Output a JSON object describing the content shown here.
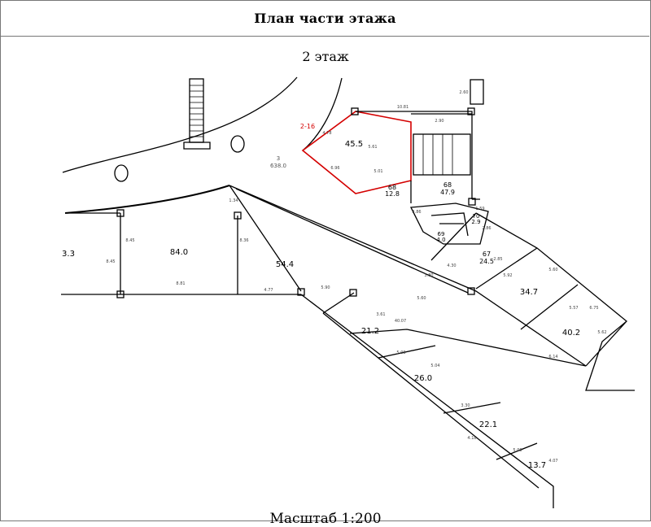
{
  "header": {
    "title": "План части этажа"
  },
  "floor": {
    "label": "2 этаж"
  },
  "scale": {
    "label": "Масштаб 1:200"
  },
  "colors": {
    "highlight": "#d40000",
    "line": "#000000",
    "frame": "#777777"
  },
  "rooms": {
    "r_45_5": "45.5",
    "r_68a_num": "68",
    "r_68a_area": "12.8",
    "r_68b_num": "68",
    "r_68b_area": "47.9",
    "r_70_num": "70",
    "r_70_area": "2.9",
    "r_69_num": "69",
    "r_69_area": "4.0",
    "r_67_num": "67",
    "r_67_area": "24.5",
    "r_34_7": "34.7",
    "r_40_2": "40.2",
    "r_84_0": "84.0",
    "r_54_4": "54.4",
    "r_3_3": "3.3",
    "r_21_2": "21.2",
    "r_26_0": "26.0",
    "r_22_1": "22.1",
    "r_13_7": "13.7",
    "corr_num": "3",
    "corr_area": "638.0",
    "red_label": "2-16"
  },
  "dims": {
    "d_10_81": "10.81",
    "d_2_90": "2.90",
    "d_2_60": "2.60",
    "d_5_61": "5.61",
    "d_6_96": "6.96",
    "d_5_01": "5.01",
    "d_4_78": "4.78",
    "d_8_45": "8.45",
    "d_8_45b": "8.45",
    "d_8_36": "8.36",
    "d_1_34": "1.34",
    "d_8_81": "8.81",
    "d_4_77": "4.77",
    "d_5_90": "5.90",
    "d_40_07": "40.07",
    "d_5_60": "5.60",
    "d_3_61": "3.61",
    "d_5_04": "5.04",
    "d_4_30": "4.30",
    "d_1_59": "1.59",
    "d_2_86": "2.86",
    "d_3_86": "3.86",
    "d_3_80": "3.80",
    "d_5_92": "5.92",
    "d_5_08": "5.08",
    "d_3_30": "3.30",
    "d_4_18": "4.18",
    "d_5_08b": "5.08",
    "d_5_60b": "5.60",
    "d_5_57": "5.57",
    "d_6_14": "6.14",
    "d_4_07": "4.07",
    "d_2_85": "2.85",
    "d_6_75": "6.75",
    "d_5_62": "5.62"
  }
}
